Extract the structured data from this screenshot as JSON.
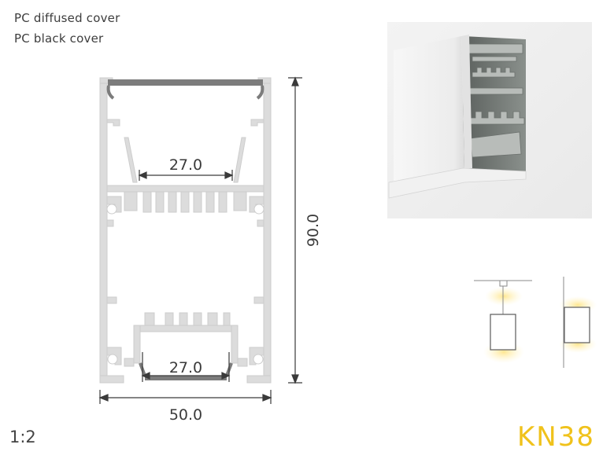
{
  "labels": {
    "cover1": "PC diffused cover",
    "cover2": "PC black cover"
  },
  "dimensions": {
    "top_inner_width": "27.0",
    "bottom_inner_width": "27.0",
    "height": "90.0",
    "width": "50.0"
  },
  "scale": "1:2",
  "model": "KN38",
  "colors": {
    "accent": "#f0c21b",
    "profile": "#d8d8d8",
    "dimension_lines": "#3a3a3a"
  }
}
